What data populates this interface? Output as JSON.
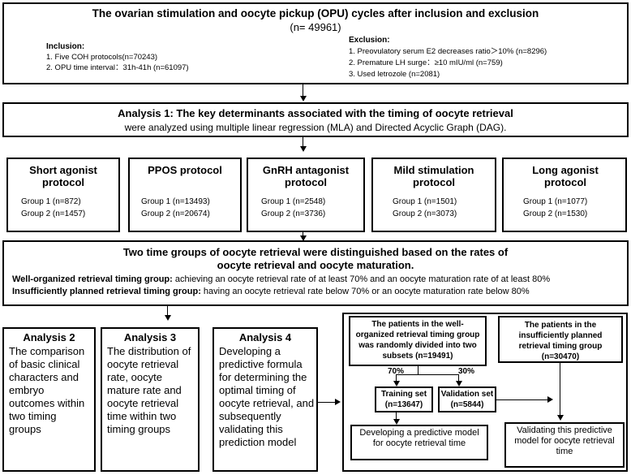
{
  "top": {
    "title": "The ovarian stimulation and oocyte pickup (OPU) cycles  after inclusion and exclusion",
    "n": "(n= 49961)",
    "inclusion_title": "Inclusion:",
    "inclusion_items": [
      "1. Five COH protocols(n=70243)",
      "2. OPU time interval：31h-41h  (n=61097)"
    ],
    "exclusion_title": "Exclusion:",
    "exclusion_items": [
      "1. Preovulatory  serum E2 decreases ratio＞10%  (n=8296)",
      "2. Premature LH surge：≥10  mIU/ml  (n=759)",
      "3. Used  letrozole  (n=2081)"
    ]
  },
  "analysis1": {
    "title": "Analysis 1: The key determinants associated with the timing of oocyte retrieval",
    "subtitle": "were analyzed using multiple linear regression (MLA) and Directed Acyclic Graph (DAG)."
  },
  "protocols": [
    {
      "title": "Short agonist protocol",
      "g1": "Group 1 (n=872)",
      "g2": "Group 2 (n=1457)"
    },
    {
      "title": "PPOS protocol",
      "g1": "Group 1 (n=13493)",
      "g2": "Group 2 (n=20674)"
    },
    {
      "title": "GnRH antagonist protocol",
      "g1": "Group 1 (n=2548)",
      "g2": "Group 2 (n=3736)"
    },
    {
      "title": "Mild stimulation protocol",
      "g1": "Group 1 (n=1501)",
      "g2": "Group 2 (n=3073)"
    },
    {
      "title": "Long agonist protocol",
      "g1": "Group 1 (n=1077)",
      "g2": "Group 2 (n=1530)"
    }
  ],
  "groups": {
    "title1": "Two time groups of oocyte retrieval  were distinguished based on the rates of",
    "title2": "oocyte retrieval and oocyte maturation.",
    "well_bold": "Well-organized retrieval timing group:",
    "well_text": " achieving an oocyte retrieval rate of at least 70% and an oocyte maturation rate of at least 80%",
    "insuf_bold": "Insufficiently planned retrieval timing group:",
    "insuf_text": " having an oocyte retrieval rate below 70% or an oocyte maturation rate below 80%"
  },
  "analyses": [
    {
      "title": "Analysis 2",
      "body": "The comparison of basic clinical characters and embryo outcomes within two timing groups"
    },
    {
      "title": "Analysis 3",
      "body": "The distribution of oocyte retrieval rate, oocyte mature rate and oocyte retrieval time within two timing groups"
    },
    {
      "title": "Analysis 4",
      "body": "Developing a predictive formula for determining the optimal timing of oocyte retrieval, and subsequently validating this prediction model"
    }
  ],
  "subsets": {
    "well": "The patients in the well-organized retrieval timing group was randomly divided into two subsets (n=19491)",
    "insuf": "The patients in the insufficiently planned retrieval timing group (n=30470)",
    "pct_train": "70%",
    "pct_valid": "30%",
    "train": "Training set (n=13647)",
    "valid": "Validation set (n=5844)",
    "develop": "Developing  a predictive model for oocyte retrieval time",
    "validate": "Validating this predictive model for oocyte retrieval time"
  }
}
